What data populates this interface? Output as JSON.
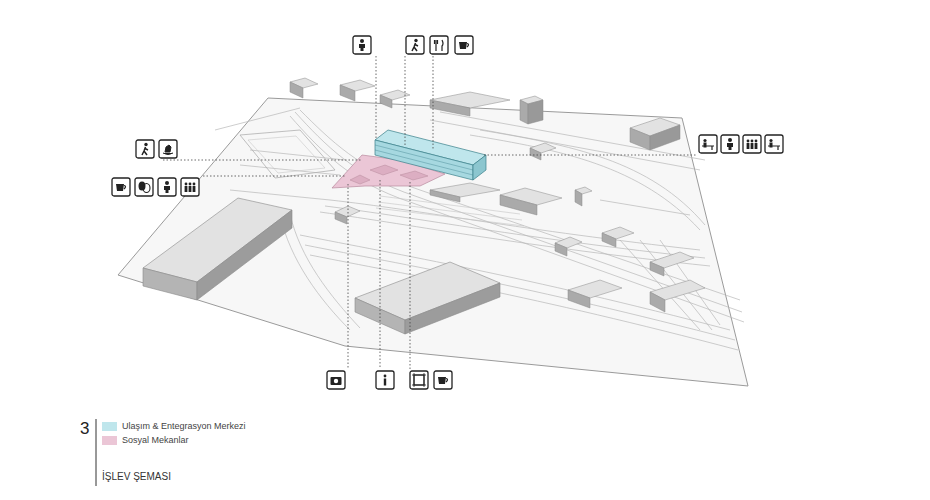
{
  "diagram": {
    "title": "İŞLEV ŞEMASI",
    "labels": [
      "3"
    ],
    "legend": [
      {
        "text": "Ulaşım & Entegrasyon Merkezi",
        "color": "#bfe6ec"
      },
      {
        "text": "Sosyal Mekanlar",
        "color": "#ebc6d6"
      }
    ]
  }
}
